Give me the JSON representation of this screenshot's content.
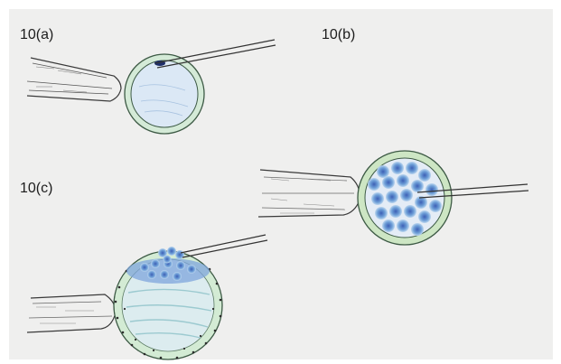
{
  "figure": {
    "panels": [
      {
        "label": "10(a)"
      },
      {
        "label": "10(b)"
      },
      {
        "label": "10(c)"
      }
    ]
  }
}
